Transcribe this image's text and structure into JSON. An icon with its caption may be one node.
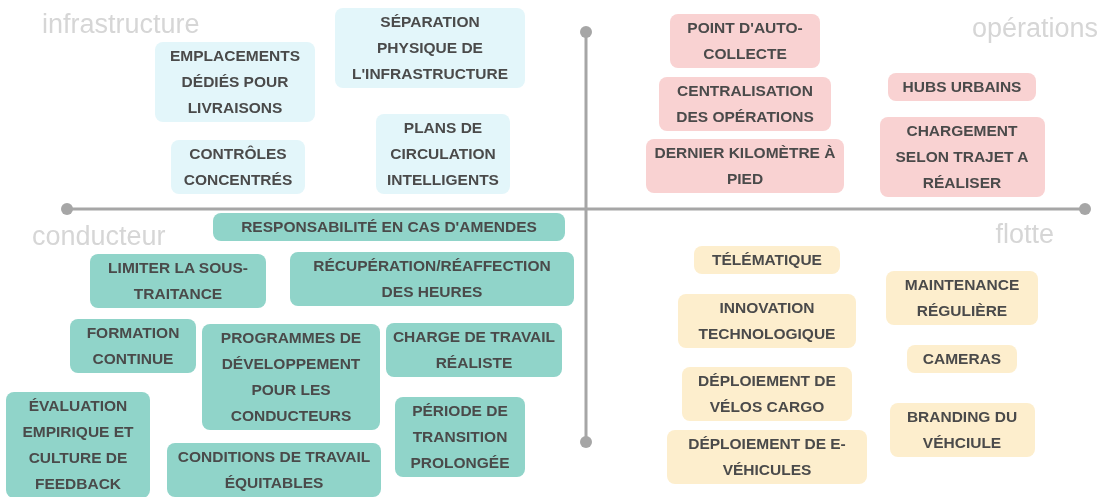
{
  "diagram": {
    "nodes": [
      {
        "text": [
          "EMPLACEMENTS DÉDIÉS POUR LIVRAISONS"
        ]
      },
      {
        "text": [
          "SÉPARATION PHYSIQUE DE L'INFRASTRUCTURE"
        ]
      },
      {
        "text": [
          "CONTRÔLES CONCENTRÉS"
        ]
      },
      {
        "text": [
          "PLANS DE CIRCULATION INTELLIGENTS"
        ]
      },
      {
        "text": [
          "POINT D'AUTO-COLLECTE"
        ]
      },
      {
        "text": [
          "CENTRALISATION DES OPÉRATIONS"
        ]
      },
      {
        "text": [
          "HUBS URBAINS"
        ]
      },
      {
        "text": [
          "DERNIER KILOMÈTRE À PIED"
        ]
      },
      {
        "text": [
          "CHARGEMENT SELON TRAJET A RÉALISER"
        ]
      },
      {
        "text": [
          "RESPONSABILITÉ EN CAS D'AMENDES"
        ]
      },
      {
        "text": [
          "LIMITER LA SOUS-TRAITANCE"
        ]
      },
      {
        "text": [
          "RÉCUPÉRATION/RÉAFFECTION DES HEURES"
        ]
      },
      {
        "text": [
          "FORMATION CONTINUE"
        ]
      },
      {
        "text": [
          "PROGRAMMES DE DÉVELOPPEMENT POUR LES CONDUCTEURS"
        ]
      },
      {
        "text": [
          "CHARGE DE TRAVAIL RÉALISTE"
        ]
      },
      {
        "text": [
          "ÉVALUATION EMPIRIQUE ET CULTURE DE FEEDBACK"
        ]
      },
      {
        "text": [
          "PÉRIODE DE TRANSITION PROLONGÉE"
        ]
      },
      {
        "text": [
          "CONDITIONS DE TRAVAIL ÉQUITABLES"
        ]
      },
      {
        "text": [
          "TÉLÉMATIQUE"
        ]
      },
      {
        "text": [
          "MAINTENANCE RÉGULIÈRE"
        ]
      },
      {
        "text": [
          "INNOVATION TECHNOLOGIQUE"
        ]
      },
      {
        "text": [
          "CAMERAS"
        ]
      },
      {
        "text": [
          "DÉPLOIEMENT DE VÉLOS CARGO"
        ]
      },
      {
        "text": [
          "BRANDING DU VÉHCIULE"
        ]
      },
      {
        "text": [
          "DÉPLOIEMENT DE E-VÉHICULES"
        ]
      }
    ],
    "labels": [
      "infrastructure",
      "opérations",
      "conducteur",
      "flotte"
    ]
  }
}
